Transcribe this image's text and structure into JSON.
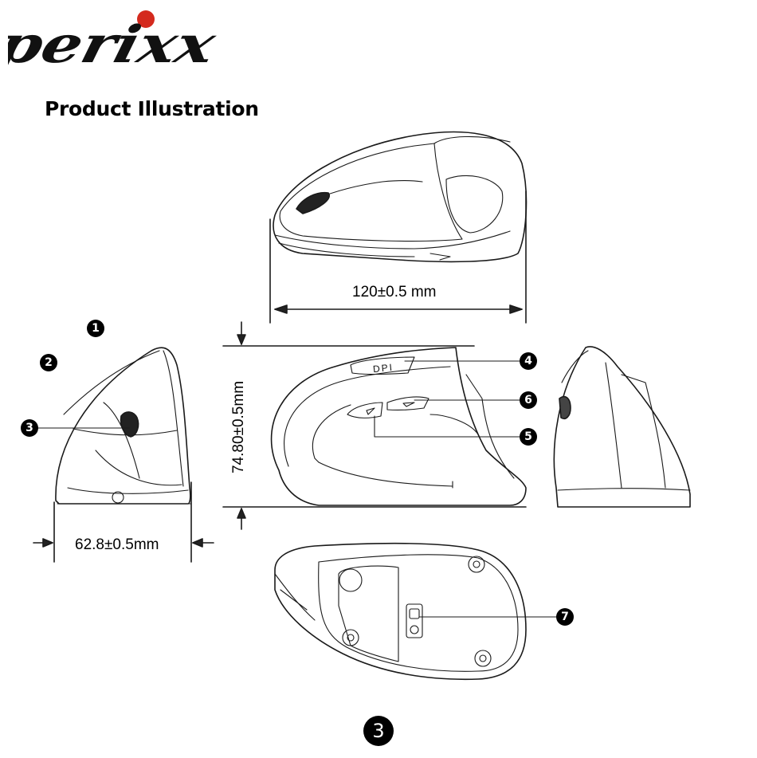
{
  "brand": {
    "logo_text": "perixx",
    "dot_color": "#d42a1e"
  },
  "page": {
    "heading": "Product Illustration",
    "page_number": "3"
  },
  "dimensions": {
    "length": "120±0.5 mm",
    "height": "74.80±0.5mm",
    "width": "62.8±0.5mm"
  },
  "callouts": {
    "c1": "1",
    "c2": "2",
    "c3": "3",
    "c4": "4",
    "c5": "5",
    "c6": "6",
    "c7": "7"
  },
  "button_labels": {
    "dpi": "DPI"
  }
}
